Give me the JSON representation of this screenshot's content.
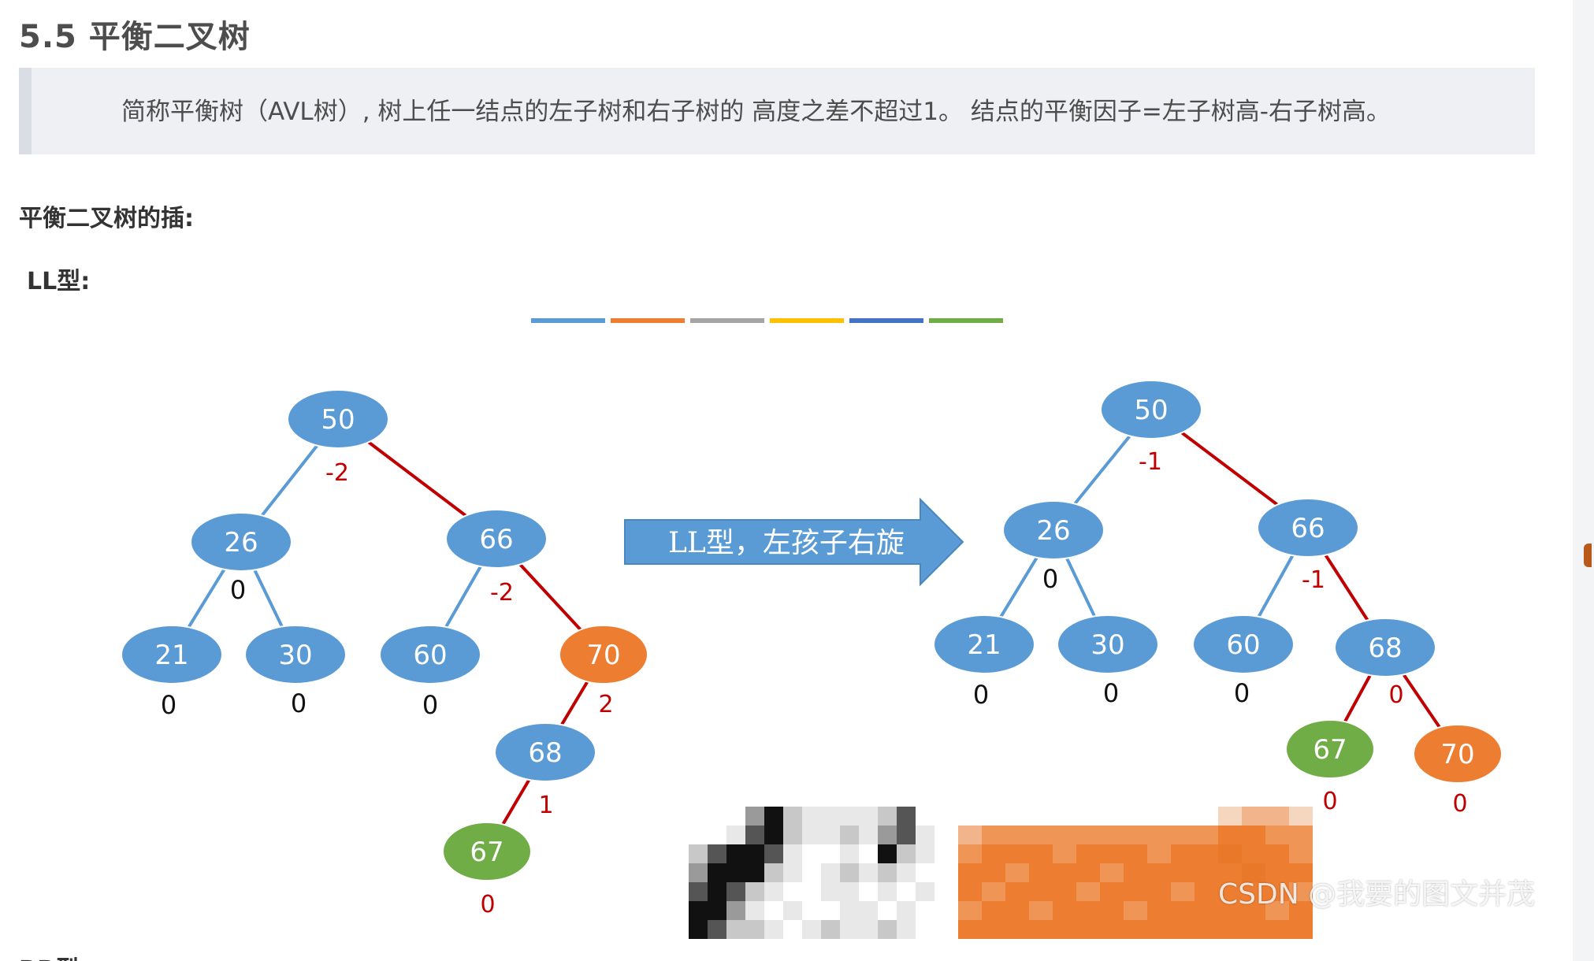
{
  "heading": "5.5 平衡二叉树",
  "quote": "简称平衡树（AVL树）, 树上任一结点的左子树和右子树的 高度之差不超过1。 结点的平衡因子=左子树高-右子树高。",
  "sub_insert": "平衡二叉树的插:",
  "sub_ll": "LL型:",
  "sub_rr": "RR型",
  "arrow_label": "LL型，左孩子右旋",
  "watermark": "CSDN @我要的图文并茂",
  "legend_colors": [
    "#5b9bd5",
    "#ed7d31",
    "#a5a5a5",
    "#ffc000",
    "#4472c4",
    "#70ad47"
  ],
  "colors": {
    "node_blue": "#5b9bd5",
    "node_orange": "#ed7d31",
    "node_green": "#70ad47",
    "edge_blue": "#5b9bd5",
    "edge_red": "#c00000"
  },
  "tree_before": {
    "nodes": [
      {
        "id": "50",
        "label": "50",
        "color": "blue",
        "factor": "-2",
        "factor_color": "red"
      },
      {
        "id": "26",
        "label": "26",
        "color": "blue",
        "factor": "0",
        "factor_color": "black"
      },
      {
        "id": "66",
        "label": "66",
        "color": "blue",
        "factor": "-2",
        "factor_color": "red"
      },
      {
        "id": "21",
        "label": "21",
        "color": "blue",
        "factor": "0",
        "factor_color": "black"
      },
      {
        "id": "30",
        "label": "30",
        "color": "blue",
        "factor": "0",
        "factor_color": "black"
      },
      {
        "id": "60",
        "label": "60",
        "color": "blue",
        "factor": "0",
        "factor_color": "black"
      },
      {
        "id": "70",
        "label": "70",
        "color": "orange",
        "factor": "2",
        "factor_color": "red"
      },
      {
        "id": "68",
        "label": "68",
        "color": "blue",
        "factor": "1",
        "factor_color": "red"
      },
      {
        "id": "67",
        "label": "67",
        "color": "green",
        "factor": "0",
        "factor_color": "red"
      }
    ],
    "edges": [
      {
        "from": "50",
        "to": "26",
        "color": "blue"
      },
      {
        "from": "50",
        "to": "66",
        "color": "red"
      },
      {
        "from": "26",
        "to": "21",
        "color": "blue"
      },
      {
        "from": "26",
        "to": "30",
        "color": "blue"
      },
      {
        "from": "66",
        "to": "60",
        "color": "blue"
      },
      {
        "from": "66",
        "to": "70",
        "color": "red"
      },
      {
        "from": "70",
        "to": "68",
        "color": "red"
      },
      {
        "from": "68",
        "to": "67",
        "color": "red"
      }
    ]
  },
  "tree_after": {
    "nodes": [
      {
        "id": "50",
        "label": "50",
        "color": "blue",
        "factor": "-1",
        "factor_color": "red"
      },
      {
        "id": "26",
        "label": "26",
        "color": "blue",
        "factor": "0",
        "factor_color": "black"
      },
      {
        "id": "66",
        "label": "66",
        "color": "blue",
        "factor": "-1",
        "factor_color": "red"
      },
      {
        "id": "21",
        "label": "21",
        "color": "blue",
        "factor": "0",
        "factor_color": "black"
      },
      {
        "id": "30",
        "label": "30",
        "color": "blue",
        "factor": "0",
        "factor_color": "black"
      },
      {
        "id": "60",
        "label": "60",
        "color": "blue",
        "factor": "0",
        "factor_color": "black"
      },
      {
        "id": "68",
        "label": "68",
        "color": "blue",
        "factor": "0",
        "factor_color": "red"
      },
      {
        "id": "67",
        "label": "67",
        "color": "green",
        "factor": "0",
        "factor_color": "red"
      },
      {
        "id": "70",
        "label": "70",
        "color": "orange",
        "factor": "0",
        "factor_color": "red"
      }
    ],
    "edges": [
      {
        "from": "50",
        "to": "26",
        "color": "blue"
      },
      {
        "from": "50",
        "to": "66",
        "color": "red"
      },
      {
        "from": "26",
        "to": "21",
        "color": "blue"
      },
      {
        "from": "26",
        "to": "30",
        "color": "blue"
      },
      {
        "from": "66",
        "to": "60",
        "color": "blue"
      },
      {
        "from": "66",
        "to": "68",
        "color": "red"
      },
      {
        "from": "68",
        "to": "67",
        "color": "red"
      },
      {
        "from": "68",
        "to": "70",
        "color": "red"
      }
    ]
  }
}
